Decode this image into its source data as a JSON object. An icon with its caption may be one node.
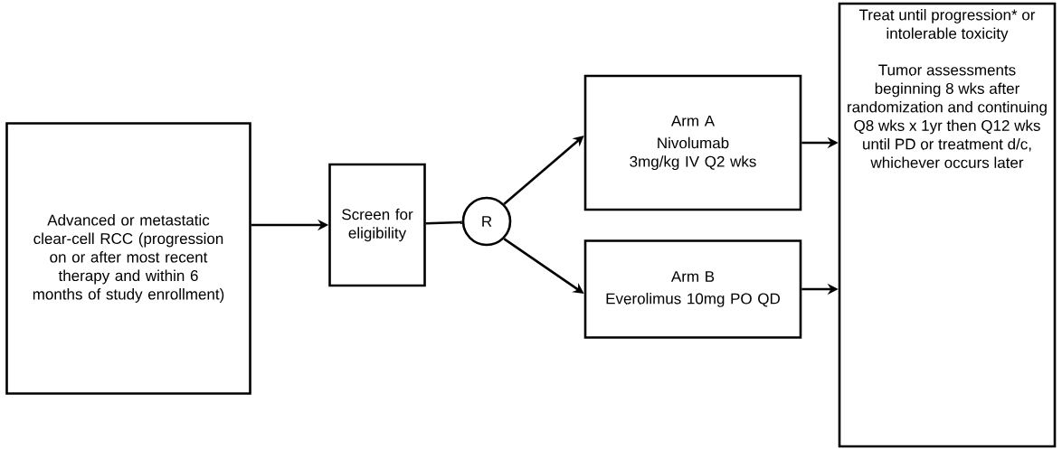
{
  "diagram": {
    "nodes": [
      {
        "text": [
          "Advanced or metastatic clear-cell RCC (progression on or after most recent therapy and within 6 months of study enrollment)"
        ]
      },
      {
        "text": [
          "Screen for eligibility"
        ]
      },
      {
        "text": [
          "R"
        ]
      },
      {
        "text": [
          "Arm A",
          "Nivolumab 3mg/kg IV Q2 wks"
        ]
      },
      {
        "text": [
          "Arm B",
          "Everolimus 10mg PO QD"
        ]
      },
      {
        "text": [
          "Treat until progression* or intolerable toxicity",
          "Tumor assessments beginning 8 wks after randomization and continuing Q8 wks x 1yr then Q12 wks until PD or treatment d/c, whichever occurs later"
        ]
      }
    ],
    "edges": [
      {
        "from": 0,
        "to": 1,
        "arrow": "to"
      },
      {
        "from": 1,
        "to": 2,
        "arrow": "none"
      },
      {
        "from": 2,
        "to": 3,
        "arrow": "to"
      },
      {
        "from": 2,
        "to": 4,
        "arrow": "to"
      },
      {
        "from": 3,
        "to": 5,
        "arrow": "to"
      },
      {
        "from": 4,
        "to": 5,
        "arrow": "to"
      }
    ]
  }
}
